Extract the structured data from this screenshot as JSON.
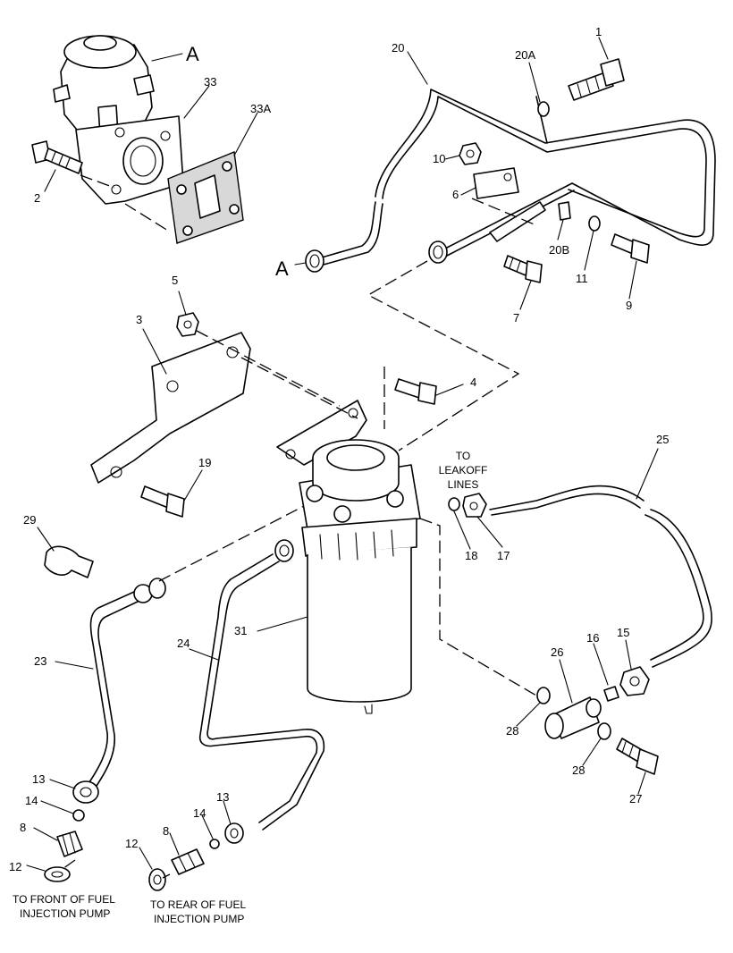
{
  "callouts": {
    "c1": "1",
    "c20A": "20A",
    "c20": "20",
    "c33": "33",
    "c33A": "33A",
    "cA_top": "A",
    "cA_low": "A",
    "c2": "2",
    "c10": "10",
    "c6": "6",
    "c20B": "20B",
    "c11": "11",
    "c9": "9",
    "c7": "7",
    "c5": "5",
    "c3": "3",
    "c4": "4",
    "c19": "19",
    "c25": "25",
    "c29": "29",
    "c18": "18",
    "c17": "17",
    "c31": "31",
    "c23": "23",
    "c24": "24",
    "c26": "26",
    "c16": "16",
    "c15": "15",
    "c28a": "28",
    "c28b": "28",
    "c27": "27",
    "c13a": "13",
    "c14a": "14",
    "c8a": "8",
    "c12a": "12",
    "c12b": "12",
    "c8b": "8",
    "c14b": "14",
    "c13b": "13"
  },
  "notes": {
    "leakoff_1": "TO",
    "leakoff_2": "LEAKOFF",
    "leakoff_3": "LINES",
    "front_1": "TO FRONT OF FUEL",
    "front_2": "INJECTION PUMP",
    "rear_1": "TO REAR OF FUEL",
    "rear_2": "INJECTION PUMP"
  }
}
